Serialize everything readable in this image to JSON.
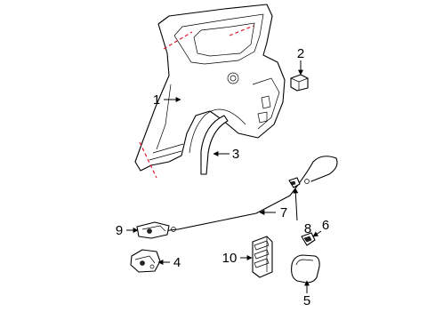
{
  "callouts": [
    {
      "id": "c1",
      "label": "1"
    },
    {
      "id": "c2",
      "label": "2"
    },
    {
      "id": "c3",
      "label": "3"
    },
    {
      "id": "c4",
      "label": "4"
    },
    {
      "id": "c5",
      "label": "5"
    },
    {
      "id": "c6",
      "label": "6"
    },
    {
      "id": "c7",
      "label": "7"
    },
    {
      "id": "c8",
      "label": "8"
    },
    {
      "id": "c9",
      "label": "9"
    },
    {
      "id": "c10",
      "label": "10"
    }
  ],
  "colors": {
    "line": "#000000",
    "cut_line": "#e0182d",
    "background": "#ffffff"
  }
}
